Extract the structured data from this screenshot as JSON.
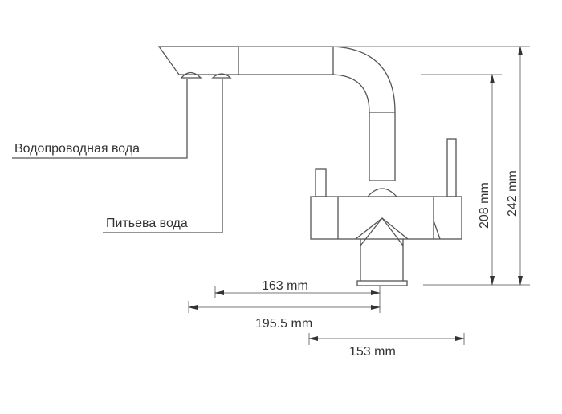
{
  "labels": {
    "tap_water": "Водопроводная вода",
    "drinking_water": "Питьева вода"
  },
  "dimensions": {
    "d163": "163 mm",
    "d195": "195.5 mm",
    "d153": "153 mm",
    "d208": "208 mm",
    "d242": "242 mm"
  }
}
